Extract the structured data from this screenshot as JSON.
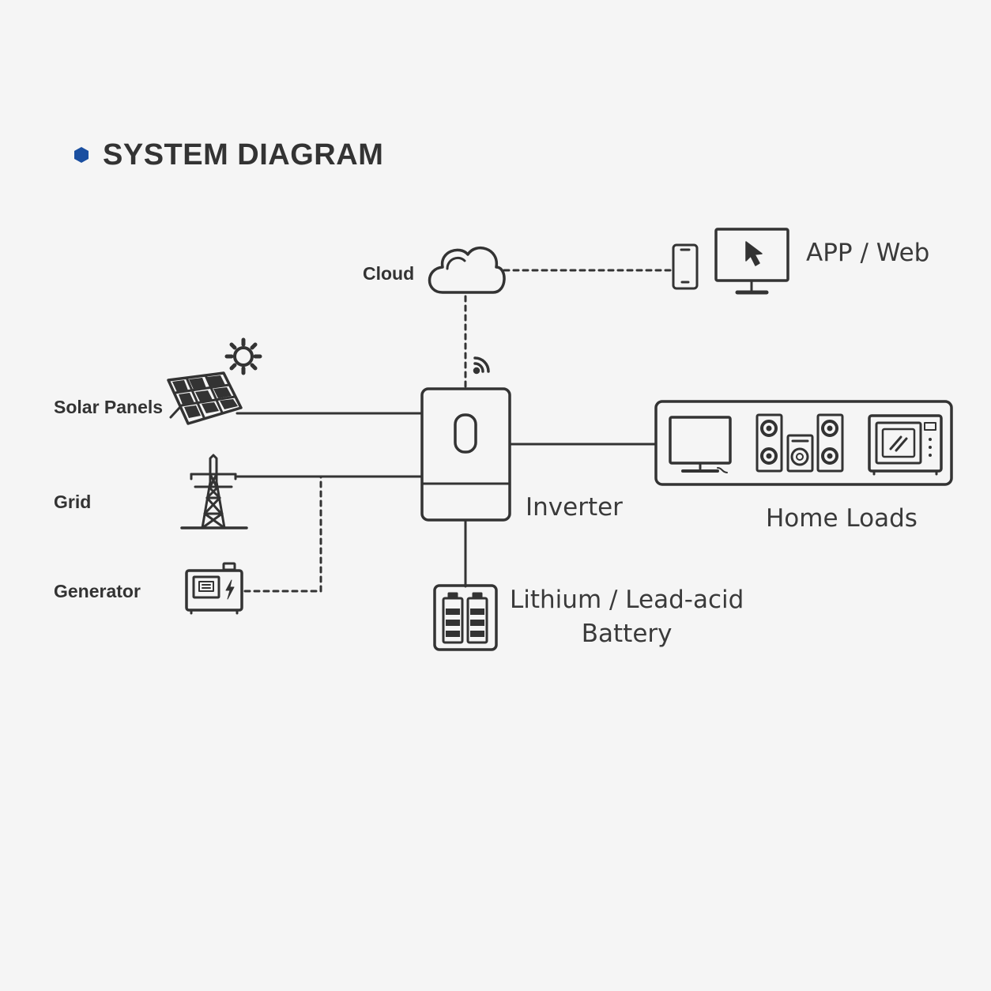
{
  "header": {
    "title": "SYSTEM DIAGRAM",
    "accent_color": "#1a4fa0",
    "icon": "hexagon-bullet-icon"
  },
  "nodes": {
    "cloud": {
      "label": "Cloud",
      "icon": "cloud-icon"
    },
    "app_web": {
      "label": "APP / Web",
      "icons": [
        "smartphone-icon",
        "monitor-cursor-icon"
      ]
    },
    "solar": {
      "label": "Solar Panels",
      "icons": [
        "solar-panel-icon",
        "sun-icon"
      ]
    },
    "grid": {
      "label": "Grid",
      "icon": "transmission-tower-icon"
    },
    "generator": {
      "label": "Generator",
      "icon": "generator-icon"
    },
    "inverter": {
      "label": "Inverter",
      "icons": [
        "inverter-icon",
        "wifi-signal-icon"
      ]
    },
    "battery": {
      "line1": "Lithium / Lead-acid",
      "line2": "Battery",
      "icon": "battery-pack-icon"
    },
    "home_loads": {
      "label": "Home Loads",
      "icons": [
        "tv-icon",
        "speaker-system-icon",
        "microwave-icon"
      ]
    }
  },
  "colors": {
    "line": "#333333",
    "background": "#f5f5f5",
    "text": "#333333"
  }
}
